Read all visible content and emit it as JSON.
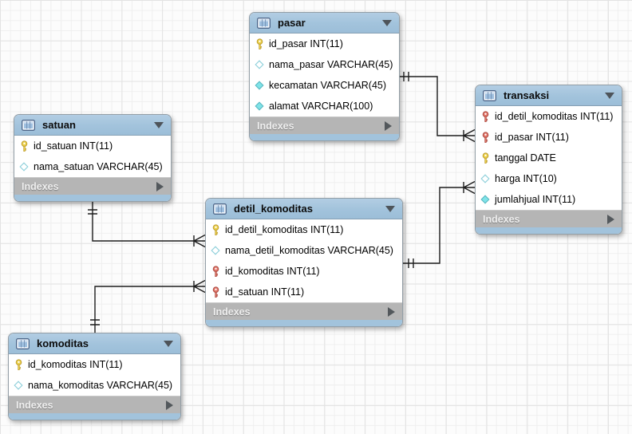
{
  "diagram": {
    "tables": [
      {
        "id": "pasar",
        "title": "pasar",
        "columns": [
          {
            "icon": "primary-key",
            "text": "id_pasar INT(11)"
          },
          {
            "icon": "attribute-nullable",
            "text": "nama_pasar VARCHAR(45)"
          },
          {
            "icon": "attribute-notnull",
            "text": "kecamatan VARCHAR(45)"
          },
          {
            "icon": "attribute-notnull",
            "text": "alamat VARCHAR(100)"
          }
        ],
        "footer_label": "Indexes"
      },
      {
        "id": "satuan",
        "title": "satuan",
        "columns": [
          {
            "icon": "primary-key",
            "text": "id_satuan INT(11)"
          },
          {
            "icon": "attribute-nullable",
            "text": "nama_satuan VARCHAR(45)"
          }
        ],
        "footer_label": "Indexes"
      },
      {
        "id": "transaksi",
        "title": "transaksi",
        "columns": [
          {
            "icon": "foreign-key",
            "text": "id_detil_komoditas INT(11)"
          },
          {
            "icon": "foreign-key",
            "text": "id_pasar INT(11)"
          },
          {
            "icon": "primary-key",
            "text": "tanggal DATE"
          },
          {
            "icon": "attribute-nullable",
            "text": "harga INT(10)"
          },
          {
            "icon": "attribute-notnull",
            "text": "jumlahjual INT(11)"
          }
        ],
        "footer_label": "Indexes"
      },
      {
        "id": "detil_komoditas",
        "title": "detil_komoditas",
        "columns": [
          {
            "icon": "primary-key",
            "text": "id_detil_komoditas INT(11)"
          },
          {
            "icon": "attribute-nullable",
            "text": "nama_detil_komoditas VARCHAR(45)"
          },
          {
            "icon": "foreign-key",
            "text": "id_komoditas INT(11)"
          },
          {
            "icon": "foreign-key",
            "text": "id_satuan INT(11)"
          }
        ],
        "footer_label": "Indexes"
      },
      {
        "id": "komoditas",
        "title": "komoditas",
        "columns": [
          {
            "icon": "primary-key",
            "text": "id_komoditas INT(11)"
          },
          {
            "icon": "attribute-nullable",
            "text": "nama_komoditas VARCHAR(45)"
          }
        ],
        "footer_label": "Indexes"
      }
    ],
    "relationships": [
      {
        "from": "pasar",
        "to": "transaksi",
        "cardinality": "one-to-many"
      },
      {
        "from": "detil_komoditas",
        "to": "transaksi",
        "cardinality": "one-to-many"
      },
      {
        "from": "satuan",
        "to": "detil_komoditas",
        "cardinality": "one-to-many"
      },
      {
        "from": "komoditas",
        "to": "detil_komoditas",
        "cardinality": "one-to-many"
      }
    ],
    "colors": {
      "header_blue": "#a2c3dc",
      "footer_gray": "#b5b5b5",
      "footer_text": "#efefef",
      "primary_key_yellow": "#edd24c",
      "foreign_key_red": "#e2776b",
      "attribute_cyan": "#7fe3e8",
      "relationship_line": "#1c1c1c"
    }
  }
}
